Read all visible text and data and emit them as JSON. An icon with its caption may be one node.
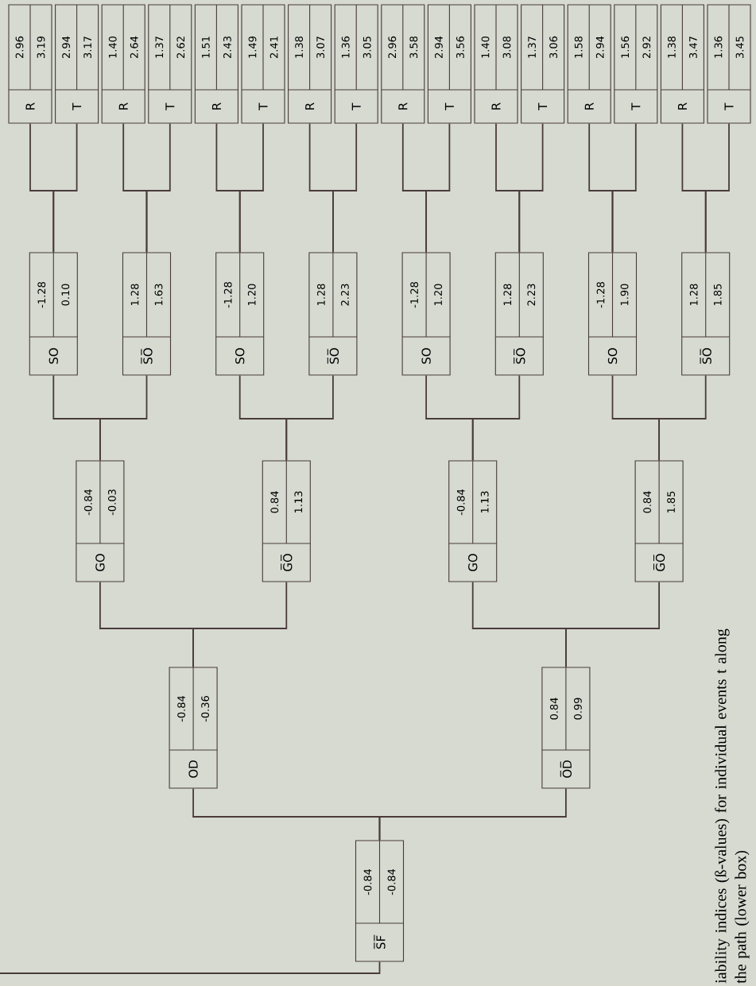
{
  "diagram": {
    "caption": "iability indices (ß-values) for individual events t along the path (lower box)",
    "nodes": [
      {
        "text": [
          "S̅F̅",
          "-0.84",
          "-0.84"
        ]
      },
      {
        "text": [
          "OD",
          "-0.84",
          "-0.36"
        ]
      },
      {
        "text": [
          "GO",
          "-0.84",
          "-0.03"
        ]
      },
      {
        "text": [
          "SO",
          "-1.28",
          "0.10"
        ]
      },
      {
        "text": [
          "R",
          "2.96",
          "3.19"
        ]
      },
      {
        "text": [
          "T",
          "2.94",
          "3.17"
        ]
      },
      {
        "text": [
          "S̅O̅",
          "1.28",
          "1.63"
        ]
      },
      {
        "text": [
          "R",
          "1.40",
          "2.64"
        ]
      },
      {
        "text": [
          "T",
          "1.37",
          "2.62"
        ]
      },
      {
        "text": [
          "G̅O̅",
          "0.84",
          "1.13"
        ]
      },
      {
        "text": [
          "SO",
          "-1.28",
          "1.20"
        ]
      },
      {
        "text": [
          "R",
          "1.51",
          "2.43"
        ]
      },
      {
        "text": [
          "T",
          "1.49",
          "2.41"
        ]
      },
      {
        "text": [
          "S̅O̅",
          "1.28",
          "2.23"
        ]
      },
      {
        "text": [
          "R",
          "1.38",
          "3.07"
        ]
      },
      {
        "text": [
          "T",
          "1.36",
          "3.05"
        ]
      },
      {
        "text": [
          "O̅D̅",
          "0.84",
          "0.99"
        ]
      },
      {
        "text": [
          "GO",
          "-0.84",
          "1.13"
        ]
      },
      {
        "text": [
          "SO",
          "-1.28",
          "1.20"
        ]
      },
      {
        "text": [
          "R",
          "2.96",
          "3.58"
        ]
      },
      {
        "text": [
          "T",
          "2.94",
          "3.56"
        ]
      },
      {
        "text": [
          "S̅O̅",
          "1.28",
          "2.23"
        ]
      },
      {
        "text": [
          "R",
          "1.40",
          "3.08"
        ]
      },
      {
        "text": [
          "T",
          "1.37",
          "3.06"
        ]
      },
      {
        "text": [
          "G̅O̅",
          "0.84",
          "1.85"
        ]
      },
      {
        "text": [
          "SO",
          "-1.28",
          "1.90"
        ]
      },
      {
        "text": [
          "R",
          "1.58",
          "2.94"
        ]
      },
      {
        "text": [
          "T",
          "1.56",
          "2.92"
        ]
      },
      {
        "text": [
          "S̅O̅",
          "1.28",
          "1.85"
        ]
      },
      {
        "text": [
          "R",
          "1.38",
          "3.47"
        ]
      },
      {
        "text": [
          "T",
          "1.36",
          "3.45"
        ]
      }
    ],
    "edges": [
      {
        "from": null,
        "to": 0,
        "arrow": "none"
      },
      {
        "from": 0,
        "to": 1,
        "arrow": "none"
      },
      {
        "from": 0,
        "to": 16,
        "arrow": "none"
      },
      {
        "from": 1,
        "to": 2,
        "arrow": "none"
      },
      {
        "from": 1,
        "to": 9,
        "arrow": "none"
      },
      {
        "from": 2,
        "to": 3,
        "arrow": "none"
      },
      {
        "from": 2,
        "to": 6,
        "arrow": "none"
      },
      {
        "from": 3,
        "to": 4,
        "arrow": "none"
      },
      {
        "from": 3,
        "to": 5,
        "arrow": "none"
      },
      {
        "from": 6,
        "to": 7,
        "arrow": "none"
      },
      {
        "from": 6,
        "to": 8,
        "arrow": "none"
      },
      {
        "from": 9,
        "to": 10,
        "arrow": "none"
      },
      {
        "from": 9,
        "to": 13,
        "arrow": "none"
      },
      {
        "from": 10,
        "to": 11,
        "arrow": "none"
      },
      {
        "from": 10,
        "to": 12,
        "arrow": "none"
      },
      {
        "from": 13,
        "to": 14,
        "arrow": "none"
      },
      {
        "from": 13,
        "to": 15,
        "arrow": "none"
      },
      {
        "from": 16,
        "to": 17,
        "arrow": "none"
      },
      {
        "from": 16,
        "to": 24,
        "arrow": "none"
      },
      {
        "from": 17,
        "to": 18,
        "arrow": "none"
      },
      {
        "from": 17,
        "to": 21,
        "arrow": "none"
      },
      {
        "from": 18,
        "to": 19,
        "arrow": "none"
      },
      {
        "from": 18,
        "to": 20,
        "arrow": "none"
      },
      {
        "from": 21,
        "to": 22,
        "arrow": "none"
      },
      {
        "from": 21,
        "to": 23,
        "arrow": "none"
      },
      {
        "from": 24,
        "to": 25,
        "arrow": "none"
      },
      {
        "from": 24,
        "to": 28,
        "arrow": "none"
      },
      {
        "from": 25,
        "to": 26,
        "arrow": "none"
      },
      {
        "from": 25,
        "to": 27,
        "arrow": "none"
      },
      {
        "from": 28,
        "to": 29,
        "arrow": "none"
      },
      {
        "from": 28,
        "to": 30,
        "arrow": "none"
      }
    ]
  }
}
